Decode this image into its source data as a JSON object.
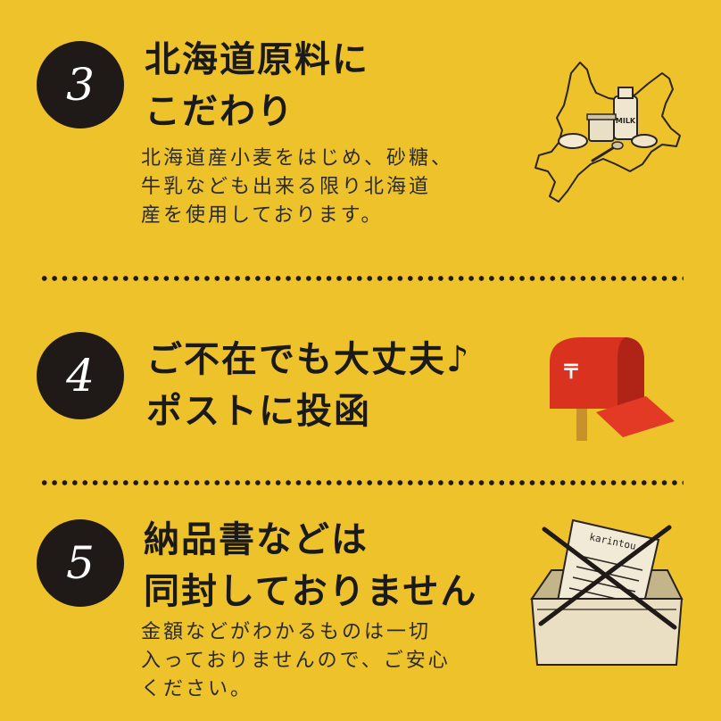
{
  "sections": [
    {
      "number": "3",
      "title_lines": [
        "北海道原料に",
        "こだわり"
      ],
      "body_lines": [
        "北海道産小麦をはじめ、砂糖、",
        "牛乳なども出来る限り北海道",
        "産を使用しております。"
      ],
      "illustration_text": "MILK"
    },
    {
      "number": "4",
      "title_lines": [
        "ご不在でも大丈夫♪",
        "ポストに投函"
      ],
      "illustration_text": "〒"
    },
    {
      "number": "5",
      "title_lines": [
        "納品書などは",
        "同封しておりません"
      ],
      "body_lines": [
        "金額などがわかるものは一切",
        "入っておりませんので、ご安心",
        "ください。"
      ],
      "illustration_text": "karintou"
    }
  ],
  "colors": {
    "background": "#eec22a",
    "circle": "#1f1a17",
    "mailbox_red": "#d9321f",
    "mailbox_post": "#c8912c"
  }
}
